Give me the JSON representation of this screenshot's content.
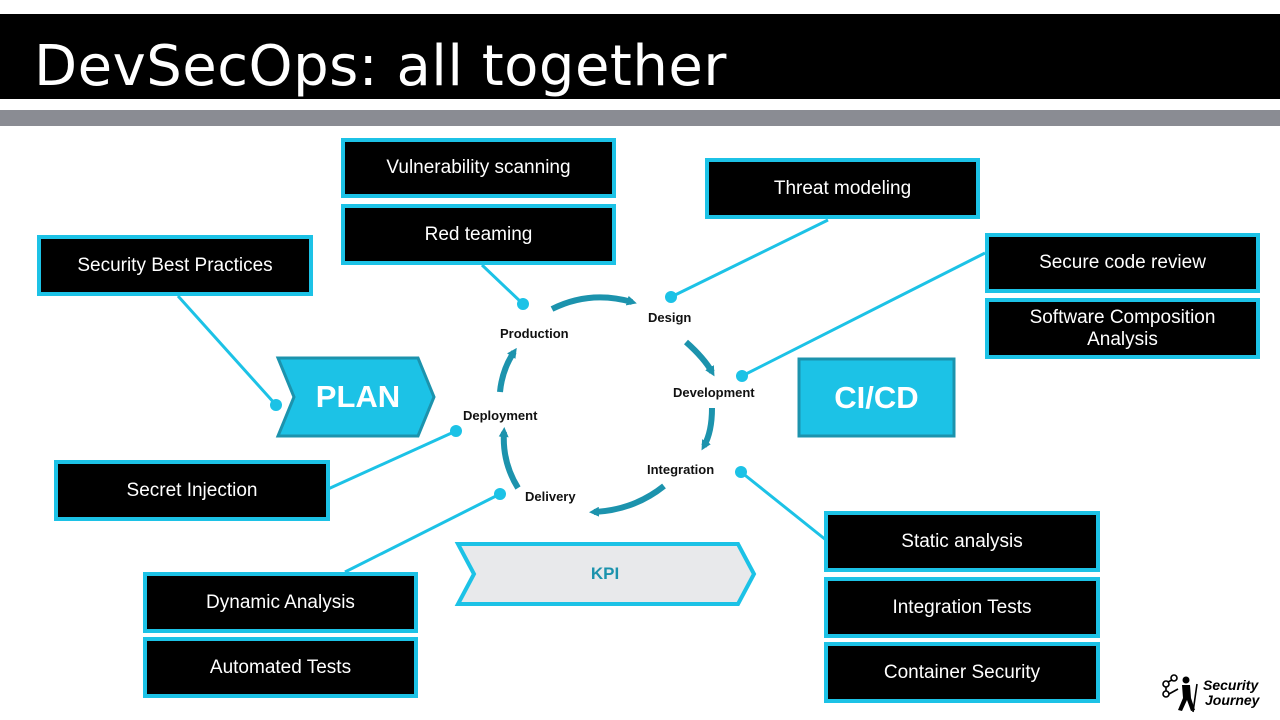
{
  "title": "DevSecOps: all together",
  "plan_label": "PLAN",
  "cicd_label": "CI/CD",
  "kpi_label": "KPI",
  "stages": {
    "production": "Production",
    "design": "Design",
    "development": "Development",
    "integration": "Integration",
    "delivery": "Delivery",
    "deployment": "Deployment"
  },
  "boxes": {
    "vulnerability_scanning": "Vulnerability scanning",
    "red_teaming": "Red teaming",
    "threat_modeling": "Threat modeling",
    "security_best_practices": "Security Best Practices",
    "secure_code_review": "Secure code review",
    "software_composition_analysis": "Software Composition Analysis",
    "secret_injection": "Secret Injection",
    "dynamic_analysis": "Dynamic Analysis",
    "automated_tests": "Automated Tests",
    "static_analysis": "Static analysis",
    "integration_tests": "Integration Tests",
    "container_security": "Container Security"
  },
  "brand": {
    "line1": "Security",
    "line2": "Journey"
  },
  "colors": {
    "accent": "#1cc2e6",
    "cycle_arrow": "#1c93ad",
    "title_bar": "#000000",
    "divider": "#8a8c93",
    "kpi_fill": "#e8e9eb",
    "kpi_text": "#1c93ad"
  }
}
